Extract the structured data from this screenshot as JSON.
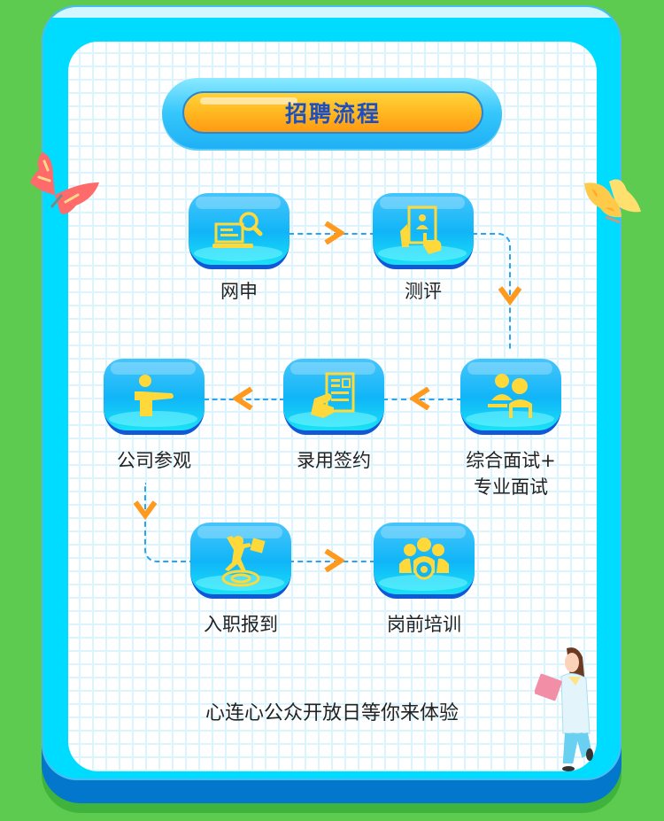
{
  "header": {
    "title": "招聘流程"
  },
  "steps": [
    {
      "id": "online-apply",
      "label": "网申",
      "icon": "laptop-search-icon"
    },
    {
      "id": "assessment",
      "label": "测评",
      "icon": "tablet-touch-icon"
    },
    {
      "id": "interview",
      "label_line1": "综合面试+",
      "label_line2": "专业面试",
      "icon": "interview-icon"
    },
    {
      "id": "offer-sign",
      "label": "录用签约",
      "icon": "document-hand-icon"
    },
    {
      "id": "company-visit",
      "label": "公司参观",
      "icon": "pointing-person-icon"
    },
    {
      "id": "onboarding",
      "label": "入职报到",
      "icon": "jumping-person-icon"
    },
    {
      "id": "training",
      "label": "岗前培训",
      "icon": "team-target-icon"
    }
  ],
  "footer": {
    "text": "心连心公众开放日等你来体验"
  },
  "colors": {
    "background": "#5ccb4f",
    "frame": "#00dcff",
    "frame_base": "#0277cc",
    "title_pill": "#ffb820",
    "title_text": "#1d4fbf",
    "tile": "#10b5f8",
    "icon": "#ffd83a",
    "arrow": "#ff9a1f",
    "dashed_line": "#2aa3f2"
  }
}
